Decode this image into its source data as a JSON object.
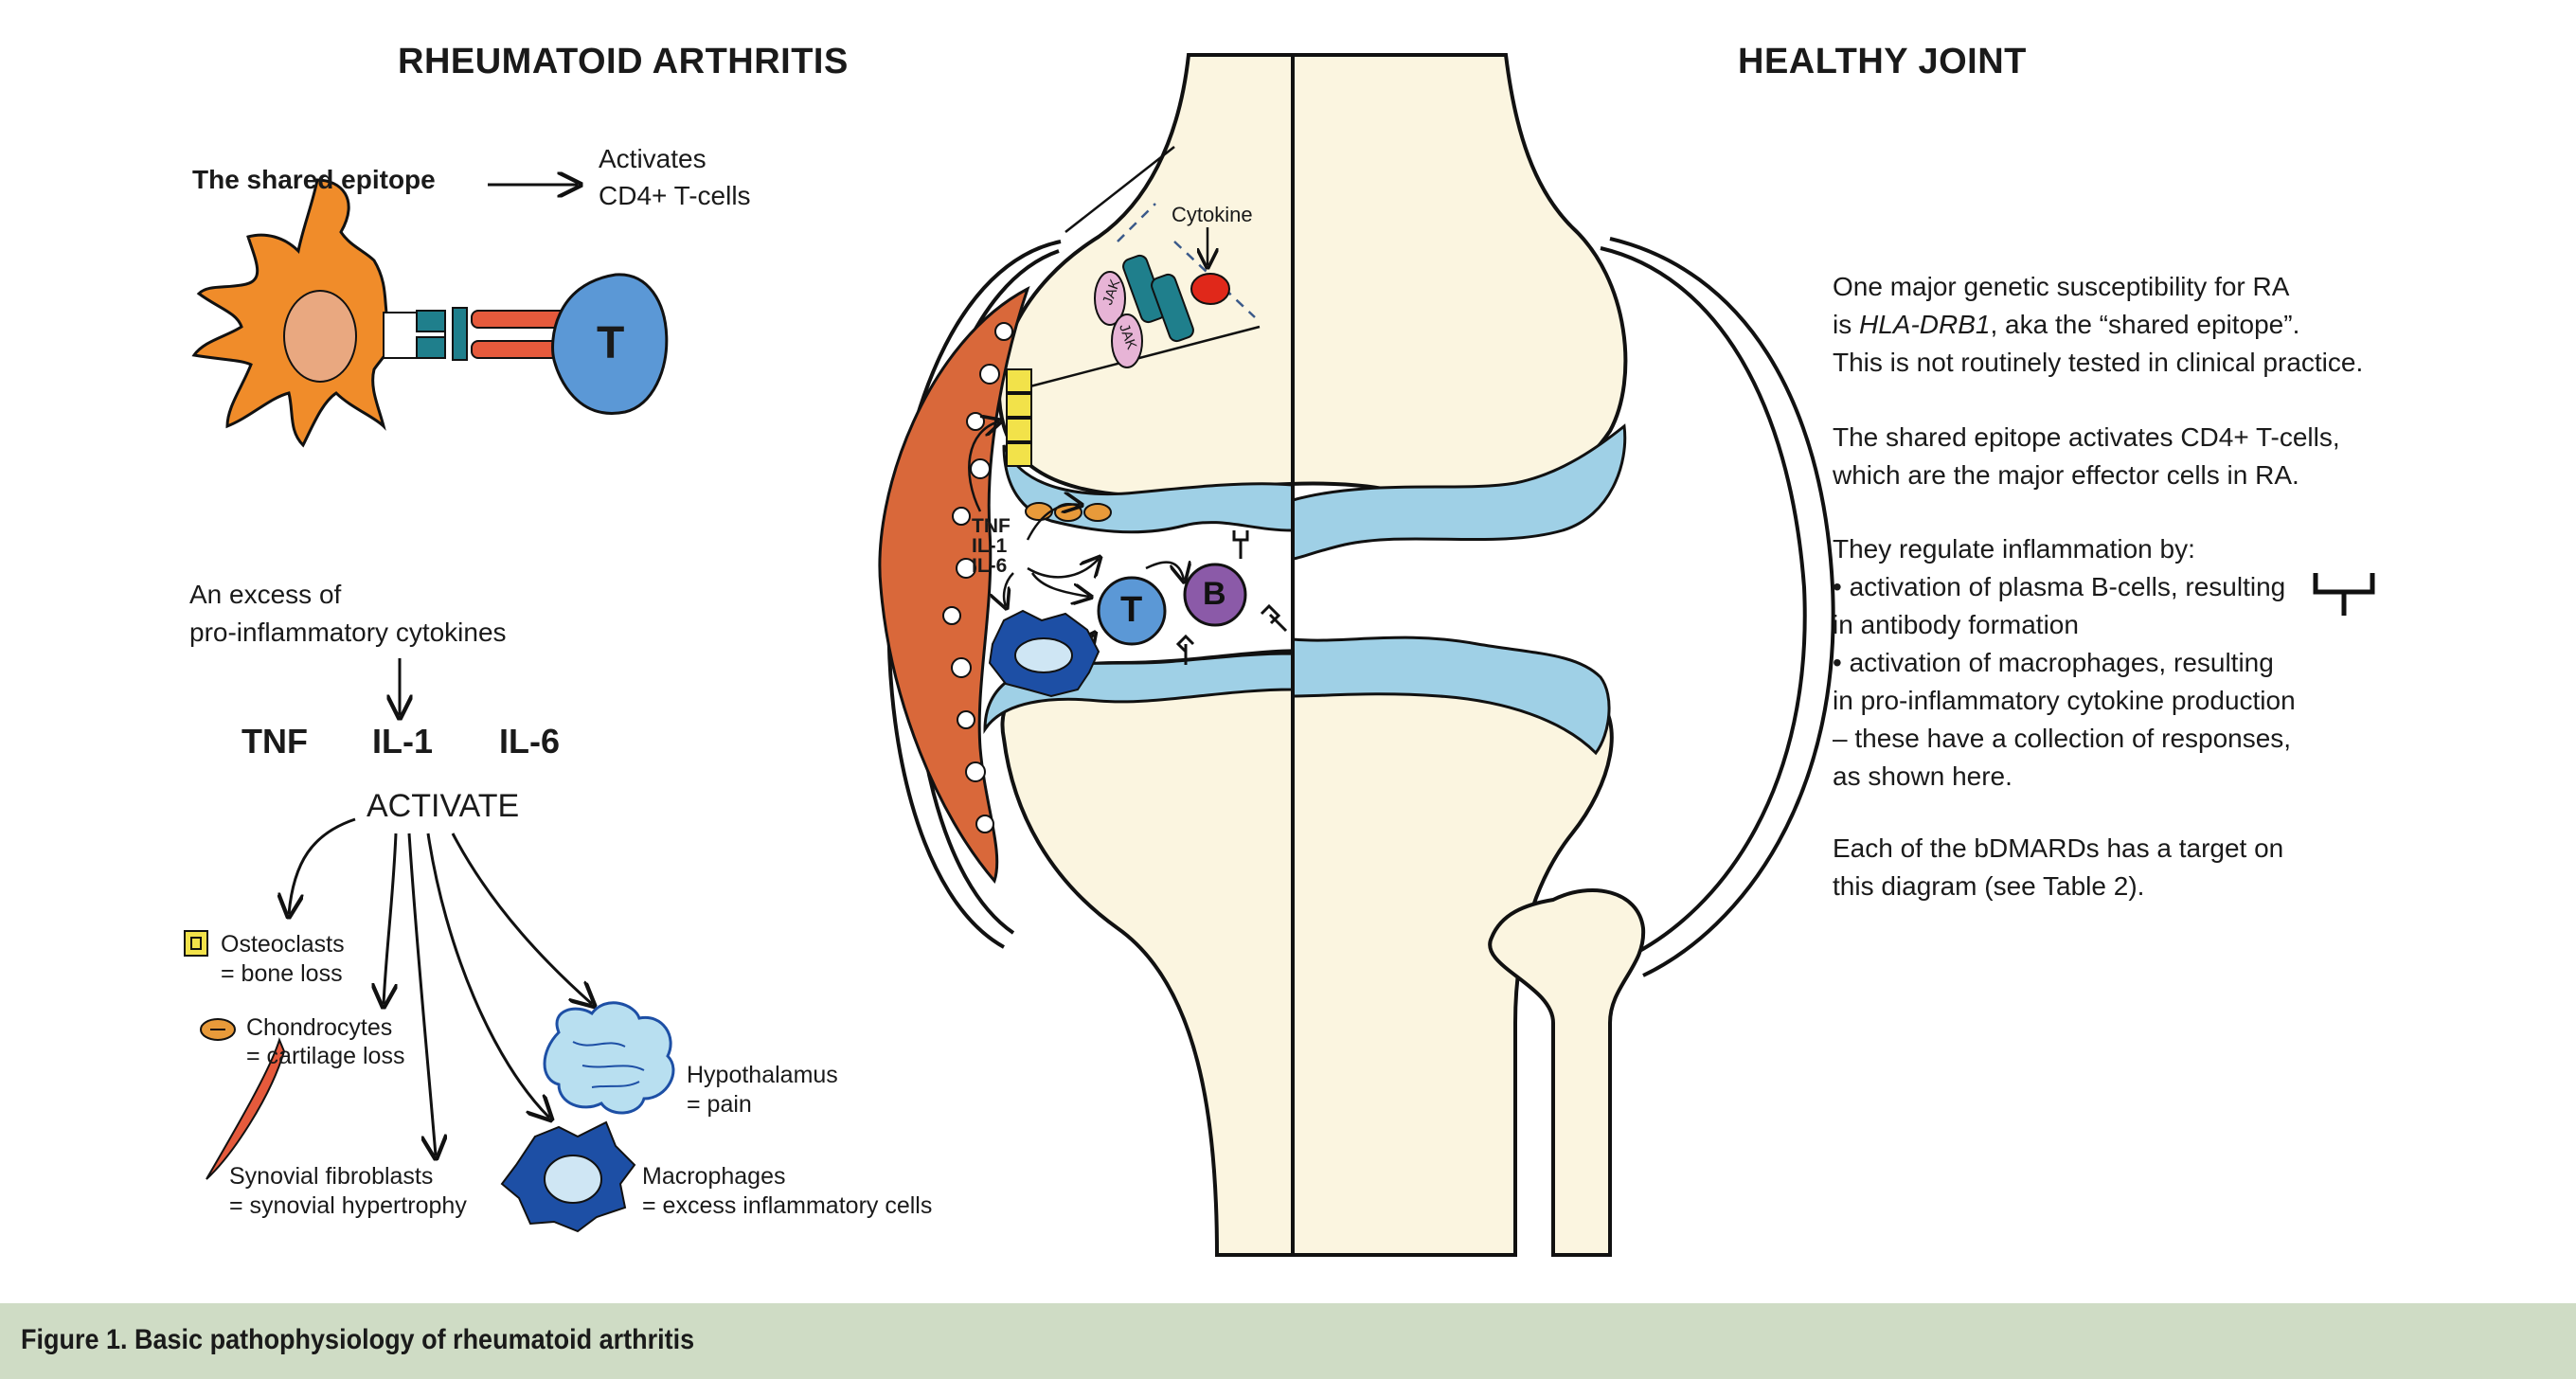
{
  "headings": {
    "left": "RHEUMATOID ARTHRITIS",
    "right": "HEALTHY JOINT"
  },
  "epitope": {
    "label": "The shared epitope",
    "result_line1": "Activates",
    "result_line2": "CD4+ T-cells",
    "t_cell": "T"
  },
  "excess": {
    "line1": "An excess of",
    "line2": "pro-inflammatory cytokines"
  },
  "cytokines": [
    "TNF",
    "IL-1",
    "IL-6"
  ],
  "activate": "ACTIVATE",
  "targets": [
    {
      "name": "Osteoclasts",
      "effect": "= bone loss"
    },
    {
      "name": "Chondrocytes",
      "effect": "= cartilage loss"
    },
    {
      "name": "Hypothalamus",
      "effect": "= pain"
    },
    {
      "name": "Synovial fibroblasts",
      "effect": "= synovial hypertrophy"
    },
    {
      "name": "Macrophages",
      "effect": "= excess inflammatory cells"
    }
  ],
  "joint": {
    "cytokine_label": "Cytokine",
    "jak1": "JAK",
    "jak2": "JAK",
    "tnf": "TNF",
    "il1": "IL-1",
    "il6": "IL-6",
    "t_cell": "T",
    "b_cell": "B"
  },
  "description": {
    "p1_a": "One major genetic susceptibility for RA",
    "p1_b_pre": "is ",
    "p1_b_em": "HLA-DRB1",
    "p1_b_post": ", aka the “shared epitope”.",
    "p1_c": "This is not routinely tested in clinical practice.",
    "p2_a": "The shared epitope activates CD4+ T-cells,",
    "p2_b": "which are the major effector cells in RA.",
    "p3_a": "They regulate inflammation by:",
    "p3_b": "• activation of plasma B-cells, resulting",
    "p3_c": "in antibody formation",
    "p3_d": "• activation of macrophages, resulting",
    "p3_e": "in pro-inflammatory cytokine production",
    "p3_f": "– these have a collection of responses,",
    "p3_g": "as shown here.",
    "p4_a": "Each of the bDMARDs has a target on",
    "p4_b": "this diagram (see Table 2)."
  },
  "caption": "Figure 1. Basic pathophysiology of rheumatoid arthritis",
  "colors": {
    "bone": "#fbf5e0",
    "cartilage": "#9fd0e6",
    "synovium": "#d9683a",
    "t_cell": "#5b98d6",
    "b_cell": "#8b5aa8",
    "macrophage": "#1d4fa5",
    "dendritic": "#f08c2a",
    "osteoclast": "#f2e24a",
    "chondrocyte": "#e89a3a",
    "caption_bar": "#cfdcc5"
  }
}
